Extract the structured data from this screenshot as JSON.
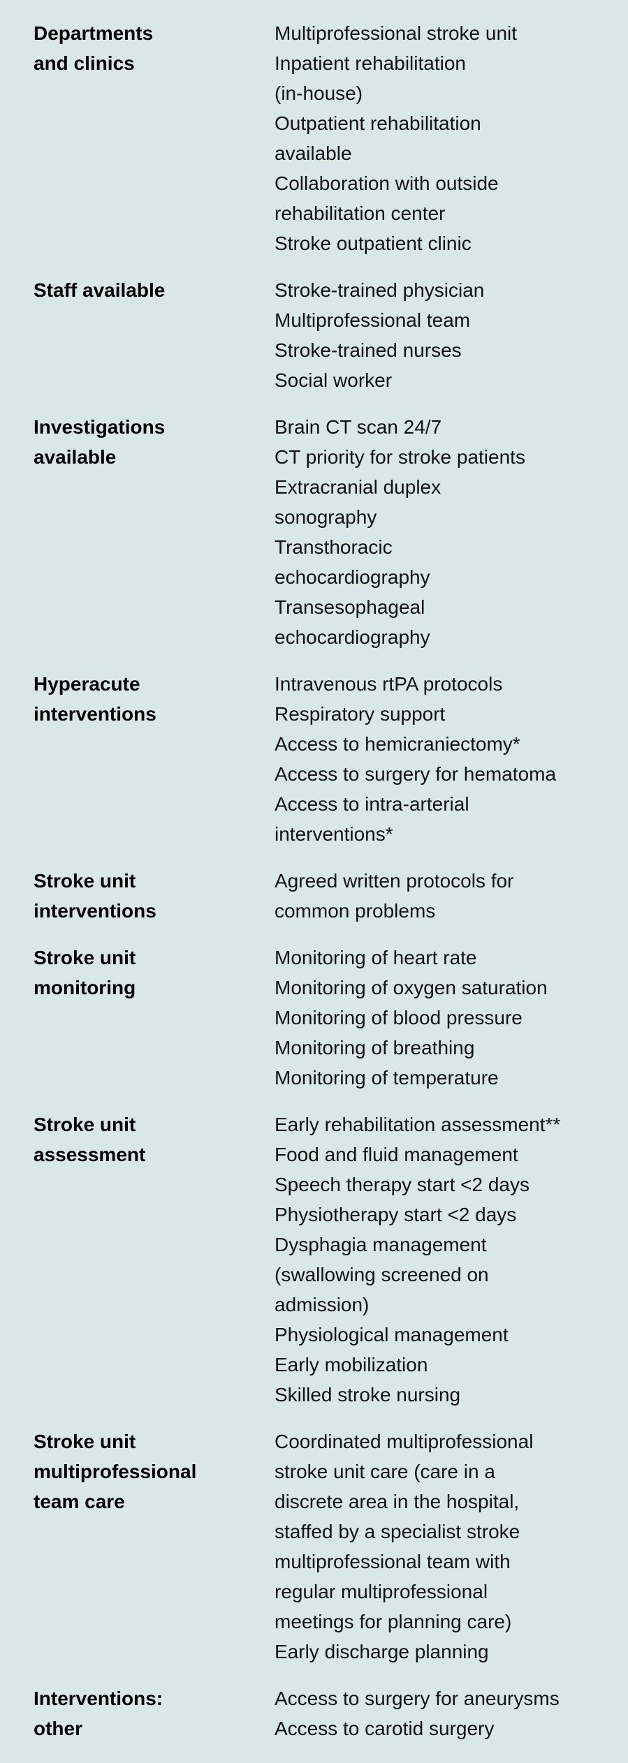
{
  "colors": {
    "background": "#d9e8e7",
    "text": "#121212",
    "label_text": "#000000"
  },
  "table": {
    "description": "Stroke unit services table",
    "sections": [
      {
        "label": "Departments\nand clinics",
        "items": [
          "Multiprofessional stroke unit",
          "Inpatient rehabilitation\n(in-house)",
          "Outpatient rehabilitation\navailable",
          "Collaboration with outside\nrehabilitation center",
          "Stroke outpatient clinic"
        ]
      },
      {
        "label": "Staff available",
        "items": [
          "Stroke-trained physician",
          "Multiprofessional team",
          "Stroke-trained nurses",
          "Social worker"
        ]
      },
      {
        "label": "Investigations\navailable",
        "items": [
          "Brain CT scan 24/7",
          "CT priority for stroke patients",
          "Extracranial duplex\nsonography",
          "Transthoracic\nechocardiography",
          "Transesophageal\nechocardiography"
        ]
      },
      {
        "label": "Hyperacute\ninterventions",
        "items": [
          "Intravenous rtPA protocols",
          "Respiratory support",
          "Access to hemicraniectomy*",
          "Access to surgery for hematoma",
          "Access to intra-arterial\ninterventions*"
        ]
      },
      {
        "label": "Stroke unit\ninterventions",
        "items": [
          "Agreed written protocols for\ncommon problems"
        ]
      },
      {
        "label": "Stroke unit\nmonitoring",
        "items": [
          "Monitoring of heart rate",
          "Monitoring of oxygen saturation",
          "Monitoring of blood pressure",
          "Monitoring of breathing",
          "Monitoring of temperature"
        ]
      },
      {
        "label": "Stroke unit\nassessment",
        "items": [
          "Early rehabilitation assessment**",
          "Food and fluid management",
          "Speech therapy start <2 days",
          "Physiotherapy start <2 days",
          "Dysphagia management\n(swallowing screened on\nadmission)",
          "Physiological management",
          "Early mobilization",
          "Skilled stroke nursing"
        ]
      },
      {
        "label": "Stroke unit\nmultiprofessional\nteam care",
        "items": [
          "Coordinated multiprofessional\nstroke unit care (care in a\ndiscrete area in the hospital,\nstaffed by a specialist stroke\nmultiprofessional team with\nregular multiprofessional\nmeetings for planning care)",
          "Early discharge planning"
        ]
      },
      {
        "label": "Interventions:\nother",
        "items": [
          "Access to surgery for aneurysms",
          "Access to carotid surgery"
        ]
      }
    ]
  }
}
